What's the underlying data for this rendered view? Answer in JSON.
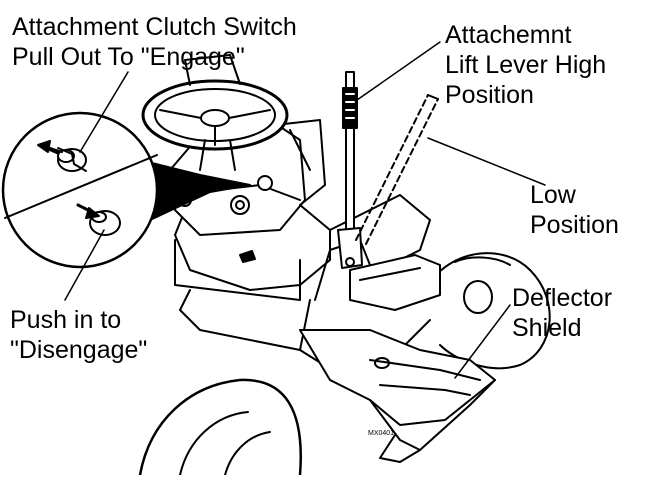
{
  "labels": {
    "clutch_switch": {
      "line1": "Attachment Clutch Switch",
      "line2": "Pull Out To \"Engage\""
    },
    "push_in": {
      "line1": "Push in to",
      "line2": "\"Disengage\""
    },
    "lift_high": {
      "line1": "Attachemnt",
      "line2": "Lift Lever High",
      "line3": "Position"
    },
    "low_position": {
      "line1": "Low",
      "line2": "Position"
    },
    "deflector": {
      "line1": "Deflector",
      "line2": "Shield"
    },
    "figure_code": "MX0401"
  },
  "colors": {
    "ink": "#000000",
    "paper": "#ffffff"
  }
}
